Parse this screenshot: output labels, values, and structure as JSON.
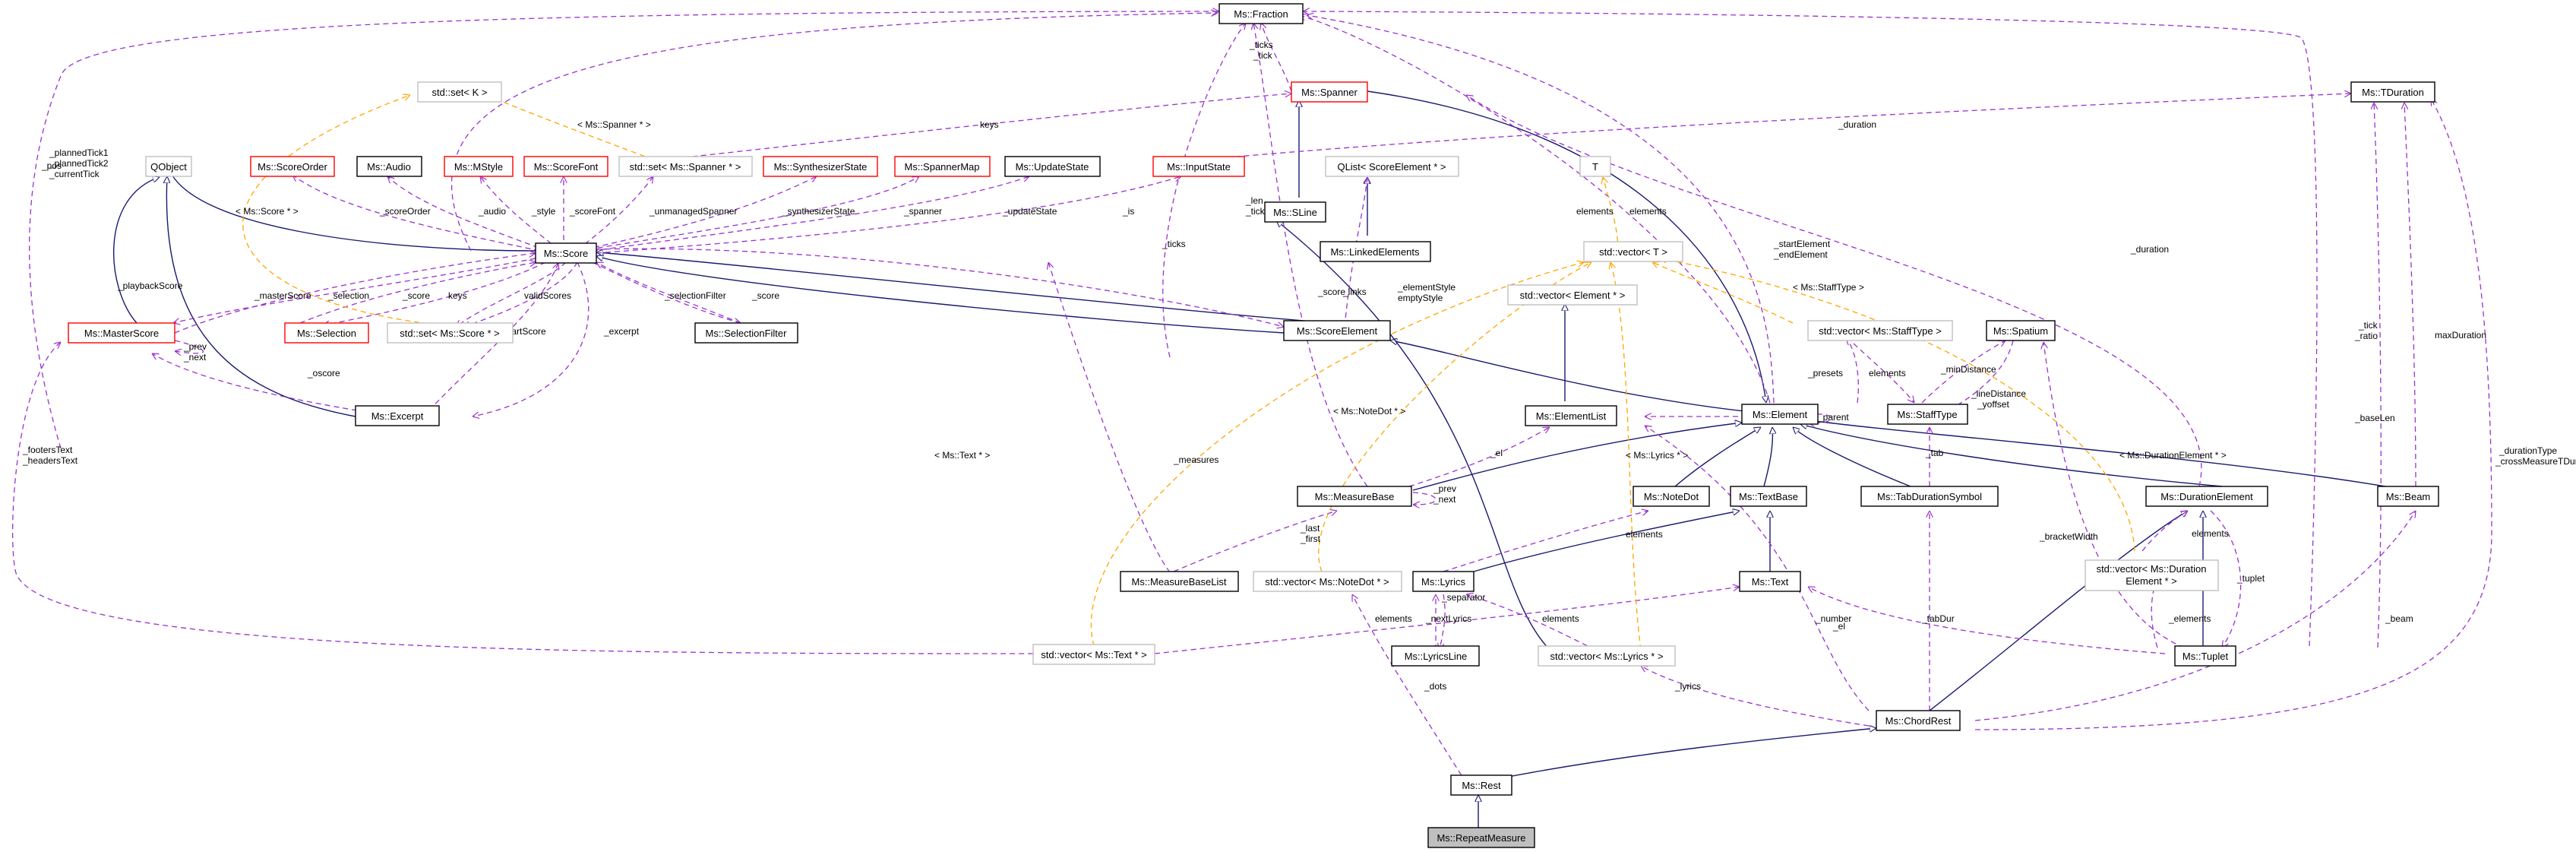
{
  "colors": {
    "inheritance": "#191970",
    "usage": "#9a32cd",
    "template": "#ffa500",
    "documented": "#000000",
    "undocumented": "#c0c0c0",
    "truncated": "#ff0000",
    "focus_fill": "#bfbfbf"
  },
  "nodes": {
    "fraction": "Ms::Fraction",
    "tduration": "Ms::TDuration",
    "spanner": "Ms::Spanner",
    "set_k": "std::set< K >",
    "qobject": "QObject",
    "scoreorder": "Ms::ScoreOrder",
    "audio": "Ms::Audio",
    "mstyle": "Ms::MStyle",
    "scorefont": "Ms::ScoreFont",
    "set_spanner": "std::set< Ms::Spanner * >",
    "synthstate": "Ms::SynthesizerState",
    "spannermap": "Ms::SpannerMap",
    "updatestate": "Ms::UpdateState",
    "inputstate": "Ms::InputState",
    "t": "T",
    "qlist": "QList< ScoreElement * >",
    "sline": "Ms::SLine",
    "linked": "Ms::LinkedElements",
    "vector_t": "std::vector< T >",
    "score": "Ms::Score",
    "masterscore": "Ms::MasterScore",
    "selection": "Ms::Selection",
    "set_score": "std::set< Ms::Score * >",
    "selfilter": "Ms::SelectionFilter",
    "scoreelement": "Ms::ScoreElement",
    "vector_element": "std::vector< Element * >",
    "vector_stafftype": "std::vector< Ms::StaffType >",
    "spatium": "Ms::Spatium",
    "excerpt": "Ms::Excerpt",
    "elementlist": "Ms::ElementList",
    "element": "Ms::Element",
    "stafftype": "Ms::StaffType",
    "measurebase": "Ms::MeasureBase",
    "notedot": "Ms::NoteDot",
    "textbase": "Ms::TextBase",
    "tabdur": "Ms::TabDurationSymbol",
    "durelement": "Ms::DurationElement",
    "beam": "Ms::Beam",
    "mblist": "Ms::MeasureBaseList",
    "vector_notedot": "std::vector< Ms::NoteDot * >",
    "lyrics": "Ms::Lyrics",
    "text": "Ms::Text",
    "vector_dur_1": "std::vector< Ms::Duration",
    "vector_dur_2": "Element * >",
    "vector_text": "std::vector< Ms::Text * >",
    "lyricsline": "Ms::LyricsLine",
    "vector_lyrics": "std::vector< Ms::Lyrics * >",
    "tuplet": "Ms::Tuplet",
    "chordrest": "Ms::ChordRest",
    "rest": "Ms::Rest",
    "repeatmeasure": "Ms::RepeatMeasure"
  },
  "labels": {
    "pos": "_pos",
    "planned1": "_plannedTick1",
    "planned2": "_plannedTick2",
    "currentTick": "_currentTick",
    "ticks": "_ticks",
    "tick": "_tick",
    "keys_top": "keys",
    "duration_top": "_duration",
    "spanner_ptr": "< Ms::Spanner * >",
    "score_ptr": "< Ms::Score * >",
    "scoreOrder": "_scoreOrder",
    "audio": "_audio",
    "style": "_style",
    "scoreFont": "_scoreFont",
    "unmanaged": "_unmanagedSpanner",
    "synthState": "_synthesizerState",
    "spanner": "_spanner",
    "updateState": "_updateState",
    "is": "_is",
    "len": "_len",
    "tick2": "_tick",
    "ticks2": "_ticks",
    "elements_a": "elements",
    "elements_b": "elements",
    "startElement": "_startElement",
    "endElement": "_endElement",
    "duration_right": "_duration",
    "tick_r": "_tick",
    "ratio": "_ratio",
    "maxDuration": "maxDuration",
    "durationType": "_durationType",
    "crossMeasure": "_crossMeasureTDur",
    "playbackScore": "_playbackScore",
    "masterScore": "_masterScore",
    "selection": "_selection",
    "score1": "_score",
    "keys": "keys",
    "validScores": "validScores",
    "selectionFilter": "_selectionFilter",
    "score2": "_score",
    "score3": "_score",
    "links": "_links",
    "elementStyle": "_elementStyle",
    "emptyStyle": "emptyStyle",
    "prev1": "_prev",
    "next1": "_next",
    "oscore": "_oscore",
    "partScore": "_partScore",
    "excerpt": "_excerpt",
    "stafftype_t": "< Ms::StaffType >",
    "presets": "_presets",
    "elements_st": "elements",
    "minDistance": "_minDistance",
    "lineDistance": "_lineDistance",
    "yoffset": "_yoffset",
    "parent": "_parent",
    "footers": "_footersText",
    "headers": "_headersText",
    "text_ptr": "< Ms::Text * >",
    "notedot_ptr": "< Ms::NoteDot * >",
    "lyrics_ptr": "< Ms::Lyrics * >",
    "durel_ptr": "< Ms::DurationElement * >",
    "measures": "_measures",
    "el1": "_el",
    "prev2": "_prev",
    "next2": "_next",
    "last": "_last",
    "first": "_first",
    "tab": "_tab",
    "bracketWidth": "_bracketWidth",
    "baseLen": "_baseLen",
    "elements_nd": "elements",
    "elements_dur": "elements",
    "tuplet": "_tuplet",
    "el2": "_el",
    "number": "_number",
    "tabDur": "_tabDur",
    "beam": "_beam",
    "elements_vt": "elements",
    "nextLyrics": "_nextLyrics",
    "separator": "_separator",
    "elements_vl": "elements",
    "elements_tu": "_elements",
    "lyrics": "_lyrics",
    "dots": "_dots"
  }
}
